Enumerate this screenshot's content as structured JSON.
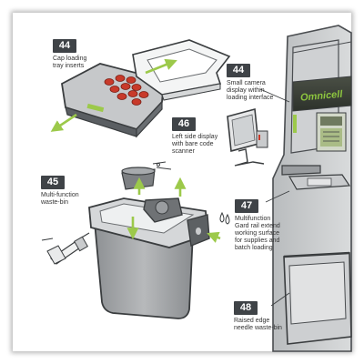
{
  "brand": {
    "text": "Omnicell",
    "color": "#8dc63f"
  },
  "colors": {
    "badge": "#3f4347",
    "arrow": "#9cc94a",
    "outline": "#4a4d50"
  },
  "callouts": [
    {
      "number": "44",
      "lines": [
        "Cap loading",
        "tray inserts"
      ]
    },
    {
      "number": "44",
      "lines": [
        "Small camera",
        "display within",
        "loading interface"
      ]
    },
    {
      "number": "46",
      "lines": [
        "Left side display",
        "with bare code",
        "scanner"
      ]
    },
    {
      "number": "45",
      "lines": [
        "Multi-function",
        "waste-bin"
      ]
    },
    {
      "number": "47",
      "lines": [
        "Multifunction",
        "Gard rail extend",
        "working surface",
        "for supplies and",
        "batch loading"
      ]
    },
    {
      "number": "48",
      "lines": [
        "Raised edge",
        "needle waste-bin"
      ]
    }
  ]
}
